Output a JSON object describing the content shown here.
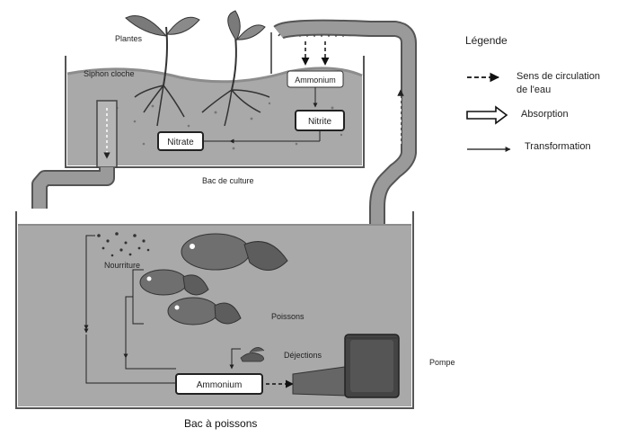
{
  "labels": {
    "plantes": "Plantes",
    "siphon": "Siphon cloche",
    "ammonium_top": "Ammonium",
    "nitrite": "Nitrite",
    "nitrate": "Nitrate",
    "bac_culture": "Bac de culture",
    "nourriture": "Nourriture",
    "poissons": "Poissons",
    "dejections": "Déjections",
    "ammonium_bottom": "Ammonium",
    "pompe": "Pompe",
    "bac_poissons": "Bac à poissons"
  },
  "legend": {
    "title": "Légende",
    "flow_line1": "Sens de circulation",
    "flow_line2": "de l'eau",
    "absorption": "Absorption",
    "transformation": "Transformation"
  },
  "colors": {
    "water": "#a9a9a9",
    "tank_border": "#555555",
    "pipe": "#9a9a9a",
    "fish": "#6f6f6f",
    "pump": "#444444"
  }
}
